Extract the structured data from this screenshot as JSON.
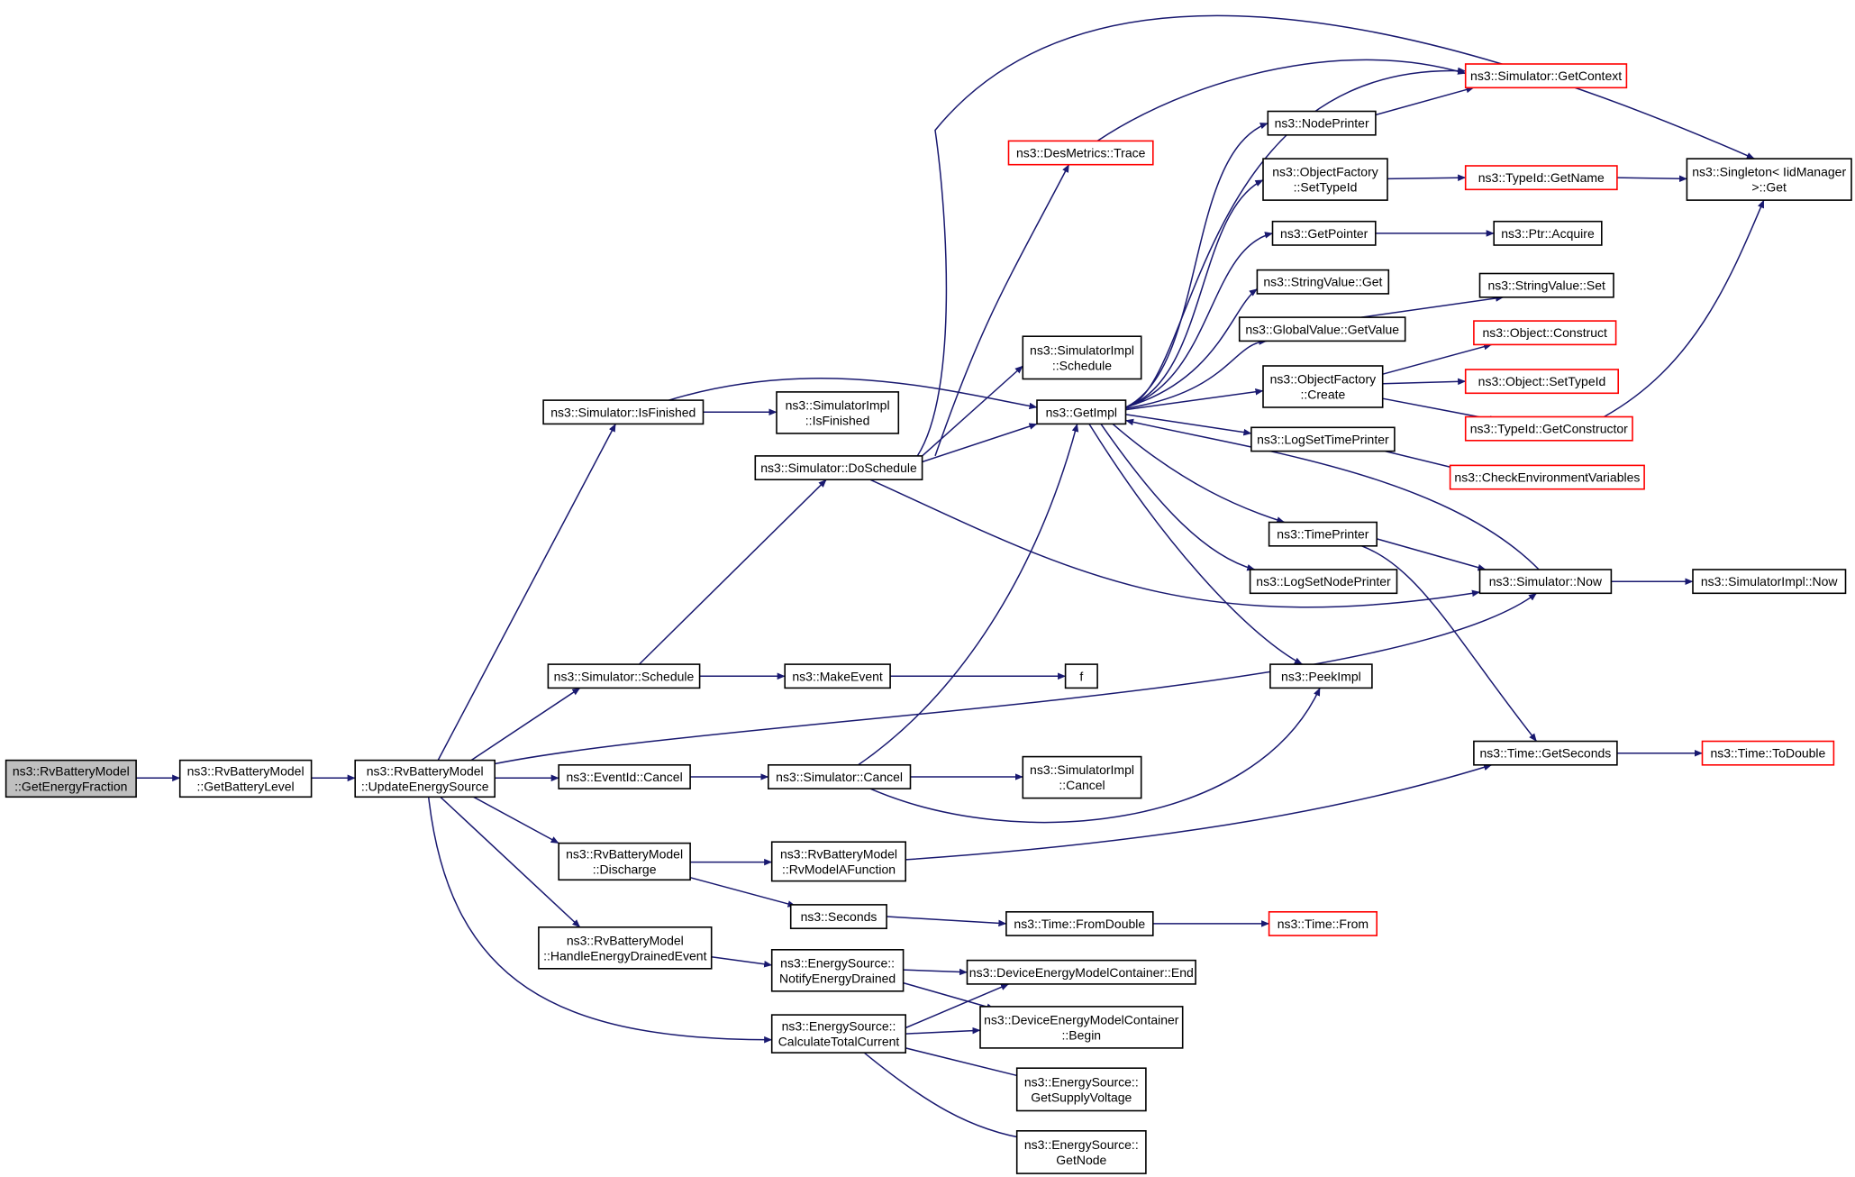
{
  "colors": {
    "edge": "#191970",
    "border_default": "#000000",
    "border_truncated": "#ff0000",
    "fill_default": "#ffffff",
    "fill_root": "#bfbfbf"
  },
  "nodes": [
    {
      "id": "root",
      "lines": [
        "ns3::RvBatteryModel",
        "::GetEnergyFraction"
      ],
      "style": "root"
    },
    {
      "id": "getbatterylevel",
      "lines": [
        "ns3::RvBatteryModel",
        "::GetBatteryLevel"
      ],
      "style": "normal"
    },
    {
      "id": "updateenergysource",
      "lines": [
        "ns3::RvBatteryModel",
        "::UpdateEnergySource"
      ],
      "style": "normal"
    },
    {
      "id": "sim_isfinished",
      "lines": [
        "ns3::Simulator::IsFinished"
      ],
      "style": "normal"
    },
    {
      "id": "simimpl_isfinished",
      "lines": [
        "ns3::SimulatorImpl",
        "::IsFinished"
      ],
      "style": "normal"
    },
    {
      "id": "sim_schedule",
      "lines": [
        "ns3::Simulator::Schedule"
      ],
      "style": "normal"
    },
    {
      "id": "sim_doschedule",
      "lines": [
        "ns3::Simulator::DoSchedule"
      ],
      "style": "normal"
    },
    {
      "id": "simimpl_schedule",
      "lines": [
        "ns3::SimulatorImpl",
        "::Schedule"
      ],
      "style": "normal"
    },
    {
      "id": "getimpl",
      "lines": [
        "ns3::GetImpl"
      ],
      "style": "normal"
    },
    {
      "id": "desmetrics_trace",
      "lines": [
        "ns3::DesMetrics::Trace"
      ],
      "style": "truncated"
    },
    {
      "id": "sim_getcontext",
      "lines": [
        "ns3::Simulator::GetContext"
      ],
      "style": "truncated"
    },
    {
      "id": "nodeprinter",
      "lines": [
        "ns3::NodePrinter"
      ],
      "style": "normal"
    },
    {
      "id": "of_settypeid",
      "lines": [
        "ns3::ObjectFactory",
        "::SetTypeId"
      ],
      "style": "normal"
    },
    {
      "id": "typeid_getname",
      "lines": [
        "ns3::TypeId::GetName"
      ],
      "style": "truncated"
    },
    {
      "id": "singleton_get",
      "lines": [
        "ns3::Singleton< IidManager",
        ">::Get"
      ],
      "style": "normal"
    },
    {
      "id": "getpointer",
      "lines": [
        "ns3::GetPointer"
      ],
      "style": "normal"
    },
    {
      "id": "ptr_acquire",
      "lines": [
        "ns3::Ptr::Acquire"
      ],
      "style": "normal"
    },
    {
      "id": "stringvalue_get",
      "lines": [
        "ns3::StringValue::Get"
      ],
      "style": "normal"
    },
    {
      "id": "stringvalue_set",
      "lines": [
        "ns3::StringValue::Set"
      ],
      "style": "normal"
    },
    {
      "id": "globalvalue_getvalue",
      "lines": [
        "ns3::GlobalValue::GetValue"
      ],
      "style": "normal"
    },
    {
      "id": "object_construct",
      "lines": [
        "ns3::Object::Construct"
      ],
      "style": "truncated"
    },
    {
      "id": "of_create",
      "lines": [
        "ns3::ObjectFactory",
        "::Create"
      ],
      "style": "normal"
    },
    {
      "id": "object_settypeid",
      "lines": [
        "ns3::Object::SetTypeId"
      ],
      "style": "truncated"
    },
    {
      "id": "typeid_getconstructor",
      "lines": [
        "ns3::TypeId::GetConstructor"
      ],
      "style": "truncated"
    },
    {
      "id": "logsettimeprinter",
      "lines": [
        "ns3::LogSetTimePrinter"
      ],
      "style": "normal"
    },
    {
      "id": "checkenvvars",
      "lines": [
        "ns3::CheckEnvironmentVariables"
      ],
      "style": "truncated"
    },
    {
      "id": "timeprinter",
      "lines": [
        "ns3::TimePrinter"
      ],
      "style": "normal"
    },
    {
      "id": "logsetnodeprinter",
      "lines": [
        "ns3::LogSetNodePrinter"
      ],
      "style": "normal"
    },
    {
      "id": "sim_now",
      "lines": [
        "ns3::Simulator::Now"
      ],
      "style": "normal"
    },
    {
      "id": "simimpl_now",
      "lines": [
        "ns3::SimulatorImpl::Now"
      ],
      "style": "normal"
    },
    {
      "id": "makeevent",
      "lines": [
        "ns3::MakeEvent"
      ],
      "style": "normal"
    },
    {
      "id": "f",
      "lines": [
        "f"
      ],
      "style": "normal"
    },
    {
      "id": "peekimpl",
      "lines": [
        "ns3::PeekImpl"
      ],
      "style": "normal"
    },
    {
      "id": "eventid_cancel",
      "lines": [
        "ns3::EventId::Cancel"
      ],
      "style": "normal"
    },
    {
      "id": "sim_cancel",
      "lines": [
        "ns3::Simulator::Cancel"
      ],
      "style": "normal"
    },
    {
      "id": "simimpl_cancel",
      "lines": [
        "ns3::SimulatorImpl",
        "::Cancel"
      ],
      "style": "normal"
    },
    {
      "id": "time_getseconds",
      "lines": [
        "ns3::Time::GetSeconds"
      ],
      "style": "normal"
    },
    {
      "id": "time_todouble",
      "lines": [
        "ns3::Time::ToDouble"
      ],
      "style": "truncated"
    },
    {
      "id": "rv_discharge",
      "lines": [
        "ns3::RvBatteryModel",
        "::Discharge"
      ],
      "style": "normal"
    },
    {
      "id": "rv_rvmodelafunction",
      "lines": [
        "ns3::RvBatteryModel",
        "::RvModelAFunction"
      ],
      "style": "normal"
    },
    {
      "id": "seconds",
      "lines": [
        "ns3::Seconds"
      ],
      "style": "normal"
    },
    {
      "id": "time_fromdouble",
      "lines": [
        "ns3::Time::FromDouble"
      ],
      "style": "normal"
    },
    {
      "id": "time_from",
      "lines": [
        "ns3::Time::From"
      ],
      "style": "truncated"
    },
    {
      "id": "rv_handleenergydrained",
      "lines": [
        "ns3::RvBatteryModel",
        "::HandleEnergyDrainedEvent"
      ],
      "style": "normal"
    },
    {
      "id": "es_notifyenergydrained",
      "lines": [
        "ns3::EnergySource::",
        "NotifyEnergyDrained"
      ],
      "style": "normal"
    },
    {
      "id": "demc_end",
      "lines": [
        "ns3::DeviceEnergyModelContainer::End"
      ],
      "style": "normal"
    },
    {
      "id": "demc_begin",
      "lines": [
        "ns3::DeviceEnergyModelContainer",
        "::Begin"
      ],
      "style": "normal"
    },
    {
      "id": "es_calculatetotalcurrent",
      "lines": [
        "ns3::EnergySource::",
        "CalculateTotalCurrent"
      ],
      "style": "normal"
    },
    {
      "id": "es_getsupplyvoltage",
      "lines": [
        "ns3::EnergySource::",
        "GetSupplyVoltage"
      ],
      "style": "normal"
    },
    {
      "id": "es_getnode",
      "lines": [
        "ns3::EnergySource::",
        "GetNode"
      ],
      "style": "normal"
    }
  ],
  "edges": [
    [
      "root",
      "getbatterylevel"
    ],
    [
      "getbatterylevel",
      "updateenergysource"
    ],
    [
      "updateenergysource",
      "sim_isfinished"
    ],
    [
      "updateenergysource",
      "sim_schedule"
    ],
    [
      "updateenergysource",
      "sim_now"
    ],
    [
      "updateenergysource",
      "eventid_cancel"
    ],
    [
      "updateenergysource",
      "rv_discharge"
    ],
    [
      "updateenergysource",
      "rv_handleenergydrained"
    ],
    [
      "updateenergysource",
      "es_calculatetotalcurrent"
    ],
    [
      "sim_isfinished",
      "simimpl_isfinished"
    ],
    [
      "sim_isfinished",
      "getimpl"
    ],
    [
      "sim_schedule",
      "sim_doschedule"
    ],
    [
      "sim_schedule",
      "makeevent"
    ],
    [
      "sim_doschedule",
      "simimpl_schedule"
    ],
    [
      "sim_doschedule",
      "getimpl"
    ],
    [
      "sim_doschedule",
      "desmetrics_trace"
    ],
    [
      "sim_doschedule",
      "singleton_get"
    ],
    [
      "sim_doschedule",
      "sim_now"
    ],
    [
      "desmetrics_trace",
      "sim_getcontext"
    ],
    [
      "getimpl",
      "sim_getcontext"
    ],
    [
      "getimpl",
      "nodeprinter"
    ],
    [
      "getimpl",
      "of_settypeid"
    ],
    [
      "getimpl",
      "getpointer"
    ],
    [
      "getimpl",
      "stringvalue_get"
    ],
    [
      "getimpl",
      "globalvalue_getvalue"
    ],
    [
      "getimpl",
      "of_create"
    ],
    [
      "getimpl",
      "logsettimeprinter"
    ],
    [
      "getimpl",
      "timeprinter"
    ],
    [
      "getimpl",
      "logsetnodeprinter"
    ],
    [
      "getimpl",
      "peekimpl"
    ],
    [
      "nodeprinter",
      "sim_getcontext"
    ],
    [
      "of_settypeid",
      "typeid_getname"
    ],
    [
      "typeid_getname",
      "singleton_get"
    ],
    [
      "getpointer",
      "ptr_acquire"
    ],
    [
      "globalvalue_getvalue",
      "stringvalue_set"
    ],
    [
      "of_create",
      "object_construct"
    ],
    [
      "of_create",
      "object_settypeid"
    ],
    [
      "of_create",
      "typeid_getconstructor"
    ],
    [
      "typeid_getconstructor",
      "singleton_get"
    ],
    [
      "logsettimeprinter",
      "checkenvvars"
    ],
    [
      "timeprinter",
      "sim_now"
    ],
    [
      "timeprinter",
      "time_getseconds"
    ],
    [
      "sim_now",
      "getimpl"
    ],
    [
      "sim_now",
      "simimpl_now"
    ],
    [
      "makeevent",
      "f"
    ],
    [
      "eventid_cancel",
      "sim_cancel"
    ],
    [
      "sim_cancel",
      "simimpl_cancel"
    ],
    [
      "sim_cancel",
      "getimpl"
    ],
    [
      "sim_cancel",
      "peekimpl"
    ],
    [
      "time_getseconds",
      "time_todouble"
    ],
    [
      "rv_discharge",
      "rv_rvmodelafunction"
    ],
    [
      "rv_discharge",
      "seconds"
    ],
    [
      "rv_rvmodelafunction",
      "time_getseconds"
    ],
    [
      "seconds",
      "time_fromdouble"
    ],
    [
      "time_fromdouble",
      "time_from"
    ],
    [
      "rv_handleenergydrained",
      "es_notifyenergydrained"
    ],
    [
      "es_notifyenergydrained",
      "demc_end"
    ],
    [
      "es_notifyenergydrained",
      "demc_begin"
    ],
    [
      "es_calculatetotalcurrent",
      "demc_end"
    ],
    [
      "es_calculatetotalcurrent",
      "demc_begin"
    ],
    [
      "es_calculatetotalcurrent",
      "es_getsupplyvoltage"
    ],
    [
      "es_calculatetotalcurrent",
      "es_getnode"
    ]
  ]
}
